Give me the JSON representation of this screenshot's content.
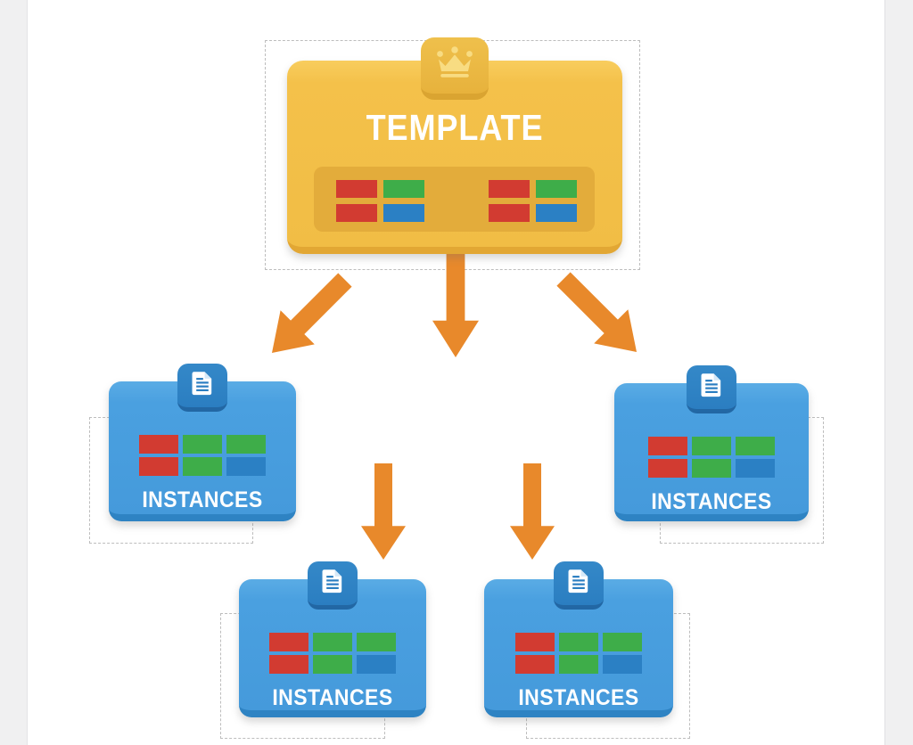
{
  "palette": {
    "red": "#d23b31",
    "green": "#3ead49",
    "blue": "#2b80c4",
    "arrow_orange": "#e8892b",
    "template_yellow": "#f4c24b",
    "template_yellow_dark": "#e2a734",
    "instance_blue": "#4aa0e0",
    "instance_blue_dark": "#2e83c3",
    "badge_blue": "#2b7ec1",
    "crown_gold": "#f8dc82"
  },
  "template": {
    "label": "TEMPLATE",
    "badge_icon": "crown",
    "block_groups": [
      [
        [
          "red",
          "green"
        ],
        [
          "red",
          "blue"
        ]
      ],
      [
        [
          "red",
          "green"
        ],
        [
          "red",
          "blue"
        ]
      ]
    ]
  },
  "instances": [
    {
      "position": "left",
      "label": "INSTANCES",
      "badge_icon": "document",
      "blocks": [
        [
          "red",
          "green",
          "green"
        ],
        [
          "red",
          "green",
          "blue"
        ]
      ]
    },
    {
      "position": "right",
      "label": "INSTANCES",
      "badge_icon": "document",
      "blocks": [
        [
          "red",
          "green",
          "green"
        ],
        [
          "red",
          "green",
          "blue"
        ]
      ]
    },
    {
      "position": "bottom-left",
      "label": "INSTANCES",
      "badge_icon": "document",
      "blocks": [
        [
          "red",
          "green",
          "green"
        ],
        [
          "red",
          "green",
          "blue"
        ]
      ]
    },
    {
      "position": "bottom-right",
      "label": "INSTANCES",
      "badge_icon": "document",
      "blocks": [
        [
          "red",
          "green",
          "green"
        ],
        [
          "red",
          "green",
          "blue"
        ]
      ]
    }
  ],
  "arrows": [
    {
      "direction": "down-left"
    },
    {
      "direction": "down"
    },
    {
      "direction": "down-right"
    },
    {
      "direction": "down"
    },
    {
      "direction": "down"
    }
  ]
}
